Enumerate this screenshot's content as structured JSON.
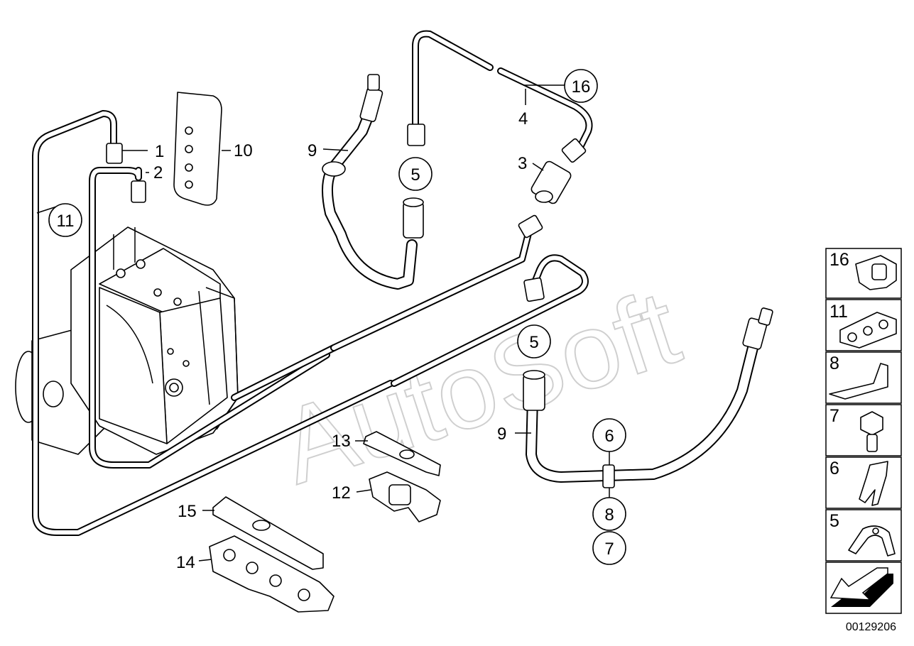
{
  "watermark": "AutoSoft",
  "diagram_number": "00129206",
  "callouts": {
    "c1": "1",
    "c2": "2",
    "c3": "3",
    "c4": "4",
    "c5a": "5",
    "c5b": "5",
    "c6": "6",
    "c7": "7",
    "c8": "8",
    "c9a": "9",
    "c9b": "9",
    "c10": "10",
    "c11": "11",
    "c12": "12",
    "c13": "13",
    "c14": "14",
    "c15": "15",
    "c16": "16"
  },
  "parts_panel": [
    {
      "number": "16",
      "icon": "pipe-clip-icon"
    },
    {
      "number": "11",
      "icon": "triple-pipe-holder-icon"
    },
    {
      "number": "8",
      "icon": "bracket-icon"
    },
    {
      "number": "7",
      "icon": "bolt-icon"
    },
    {
      "number": "6",
      "icon": "spring-clip-icon"
    },
    {
      "number": "5",
      "icon": "clamp-bracket-icon"
    }
  ],
  "nav_icon": "arrow-back-icon"
}
